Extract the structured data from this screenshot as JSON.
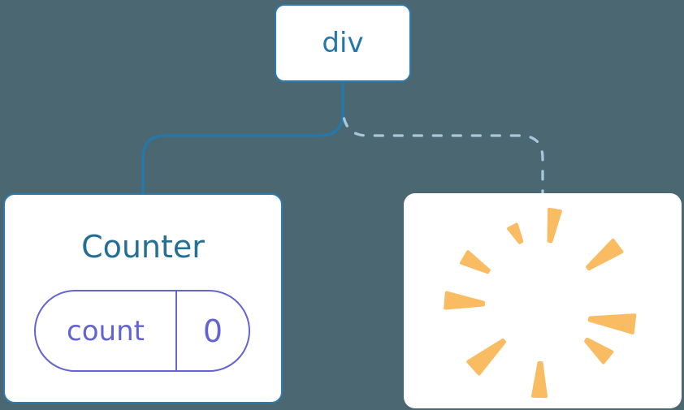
{
  "tree": {
    "root": {
      "label": "div"
    },
    "counter": {
      "title": "Counter",
      "state": {
        "key": "count",
        "value": "0"
      }
    },
    "removed": {
      "icon": "poof-burst-icon"
    }
  },
  "edges": [
    {
      "name": "div-to-counter",
      "style": "solid"
    },
    {
      "name": "div-to-removed",
      "style": "dashed"
    }
  ],
  "colors": {
    "background": "#4B6772",
    "node_background": "#FFFFFF",
    "node_border_blue": "#2B7CAD",
    "root_text_blue": "#2478A9",
    "title_text_blue": "#256E94",
    "state_purple": "#6363D1",
    "edge_solid": "#2478AB",
    "edge_dashed": "#A7C8DC",
    "poof_yellow": "#F9BC63"
  }
}
